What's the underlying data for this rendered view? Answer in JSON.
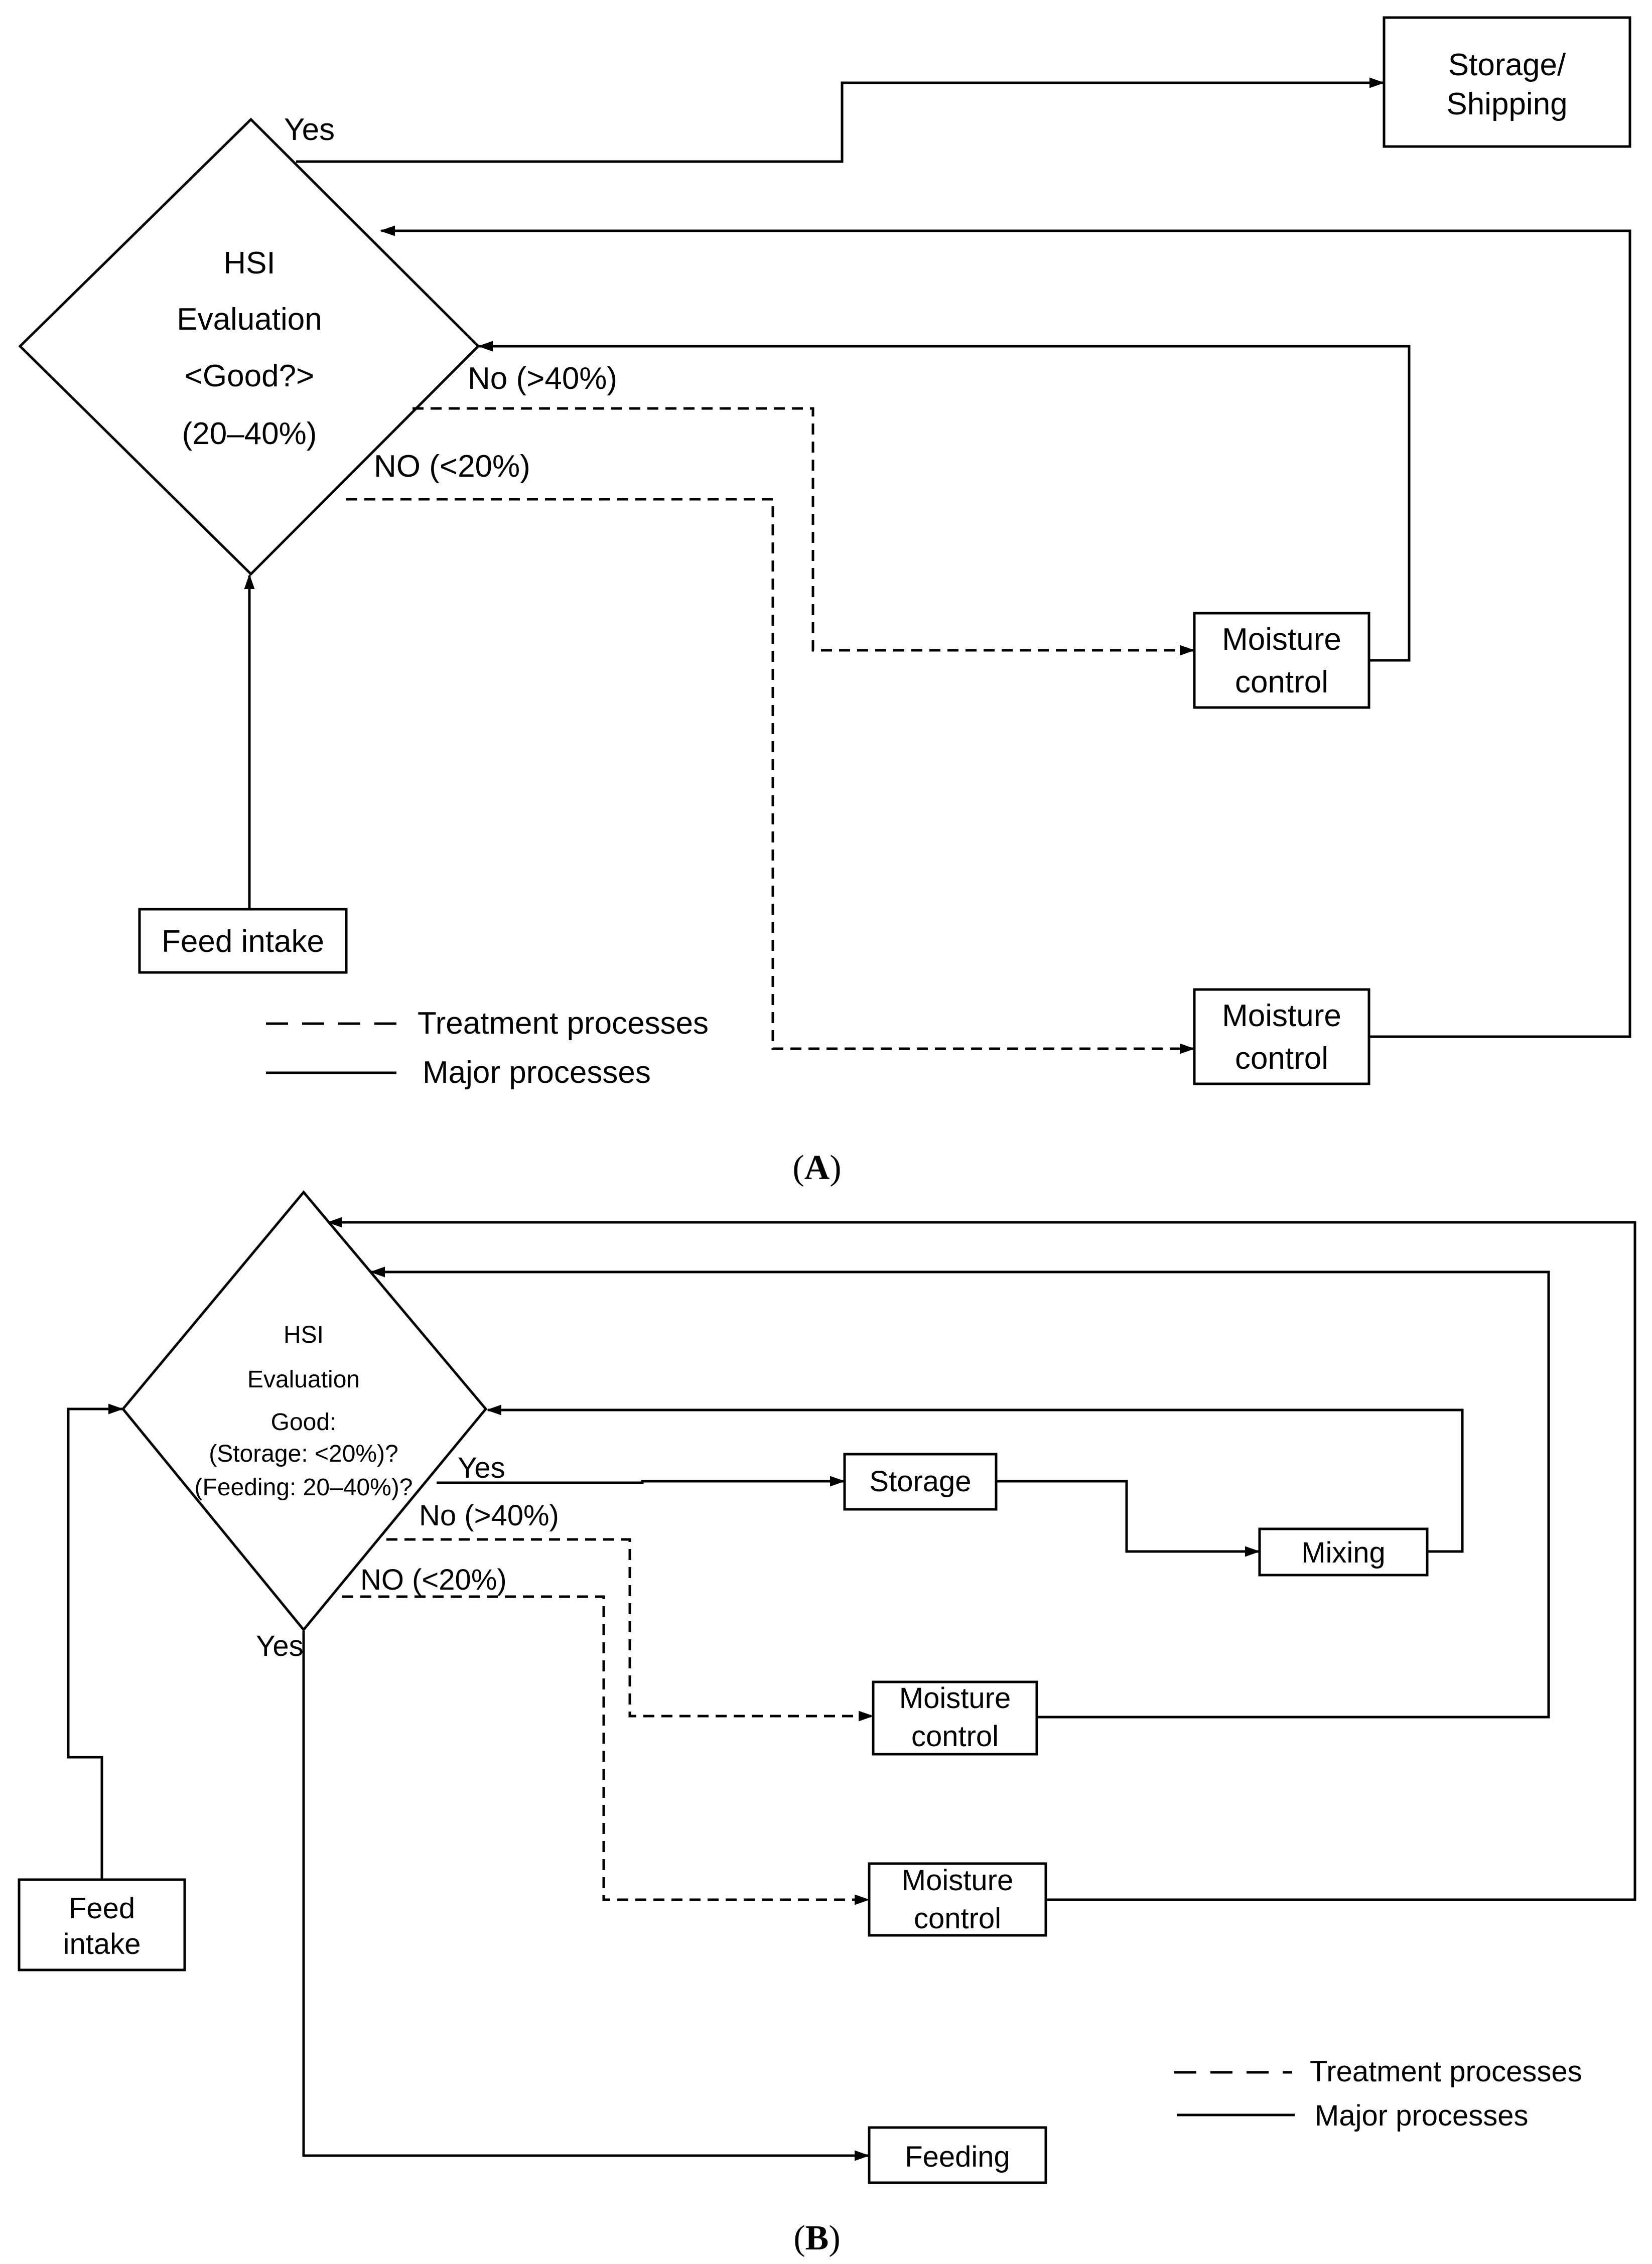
{
  "panel_a": {
    "label": "A",
    "decision": {
      "lines": [
        "HSI",
        "Evaluation",
        "<Good?>",
        "(20–40%)"
      ]
    },
    "yes_label": "Yes",
    "no_high_label": "No (>40%)",
    "no_low_label": "NO (<20%)",
    "storage_shipping": [
      "Storage/",
      "Shipping"
    ],
    "moisture_control_1": [
      "Moisture",
      "control"
    ],
    "moisture_control_2": [
      "Moisture",
      "control"
    ],
    "feed_intake": "Feed intake",
    "legend": {
      "treatment": "Treatment processes",
      "major": "Major processes"
    }
  },
  "panel_b": {
    "label": "B",
    "decision": {
      "lines": [
        "HSI",
        "Evaluation",
        "Good:",
        "(Storage: <20%)?",
        "(Feeding: 20–40%)?"
      ]
    },
    "yes_right_label": "Yes",
    "no_high_label": "No (>40%)",
    "no_low_label": "NO (<20%)",
    "yes_bottom_label": "Yes",
    "storage": "Storage",
    "mixing": "Mixing",
    "moisture_control_1": [
      "Moisture",
      "control"
    ],
    "moisture_control_2": [
      "Moisture",
      "control"
    ],
    "feed_intake": [
      "Feed",
      "intake"
    ],
    "feeding": "Feeding",
    "legend": {
      "treatment": "Treatment processes",
      "major": "Major processes"
    }
  }
}
